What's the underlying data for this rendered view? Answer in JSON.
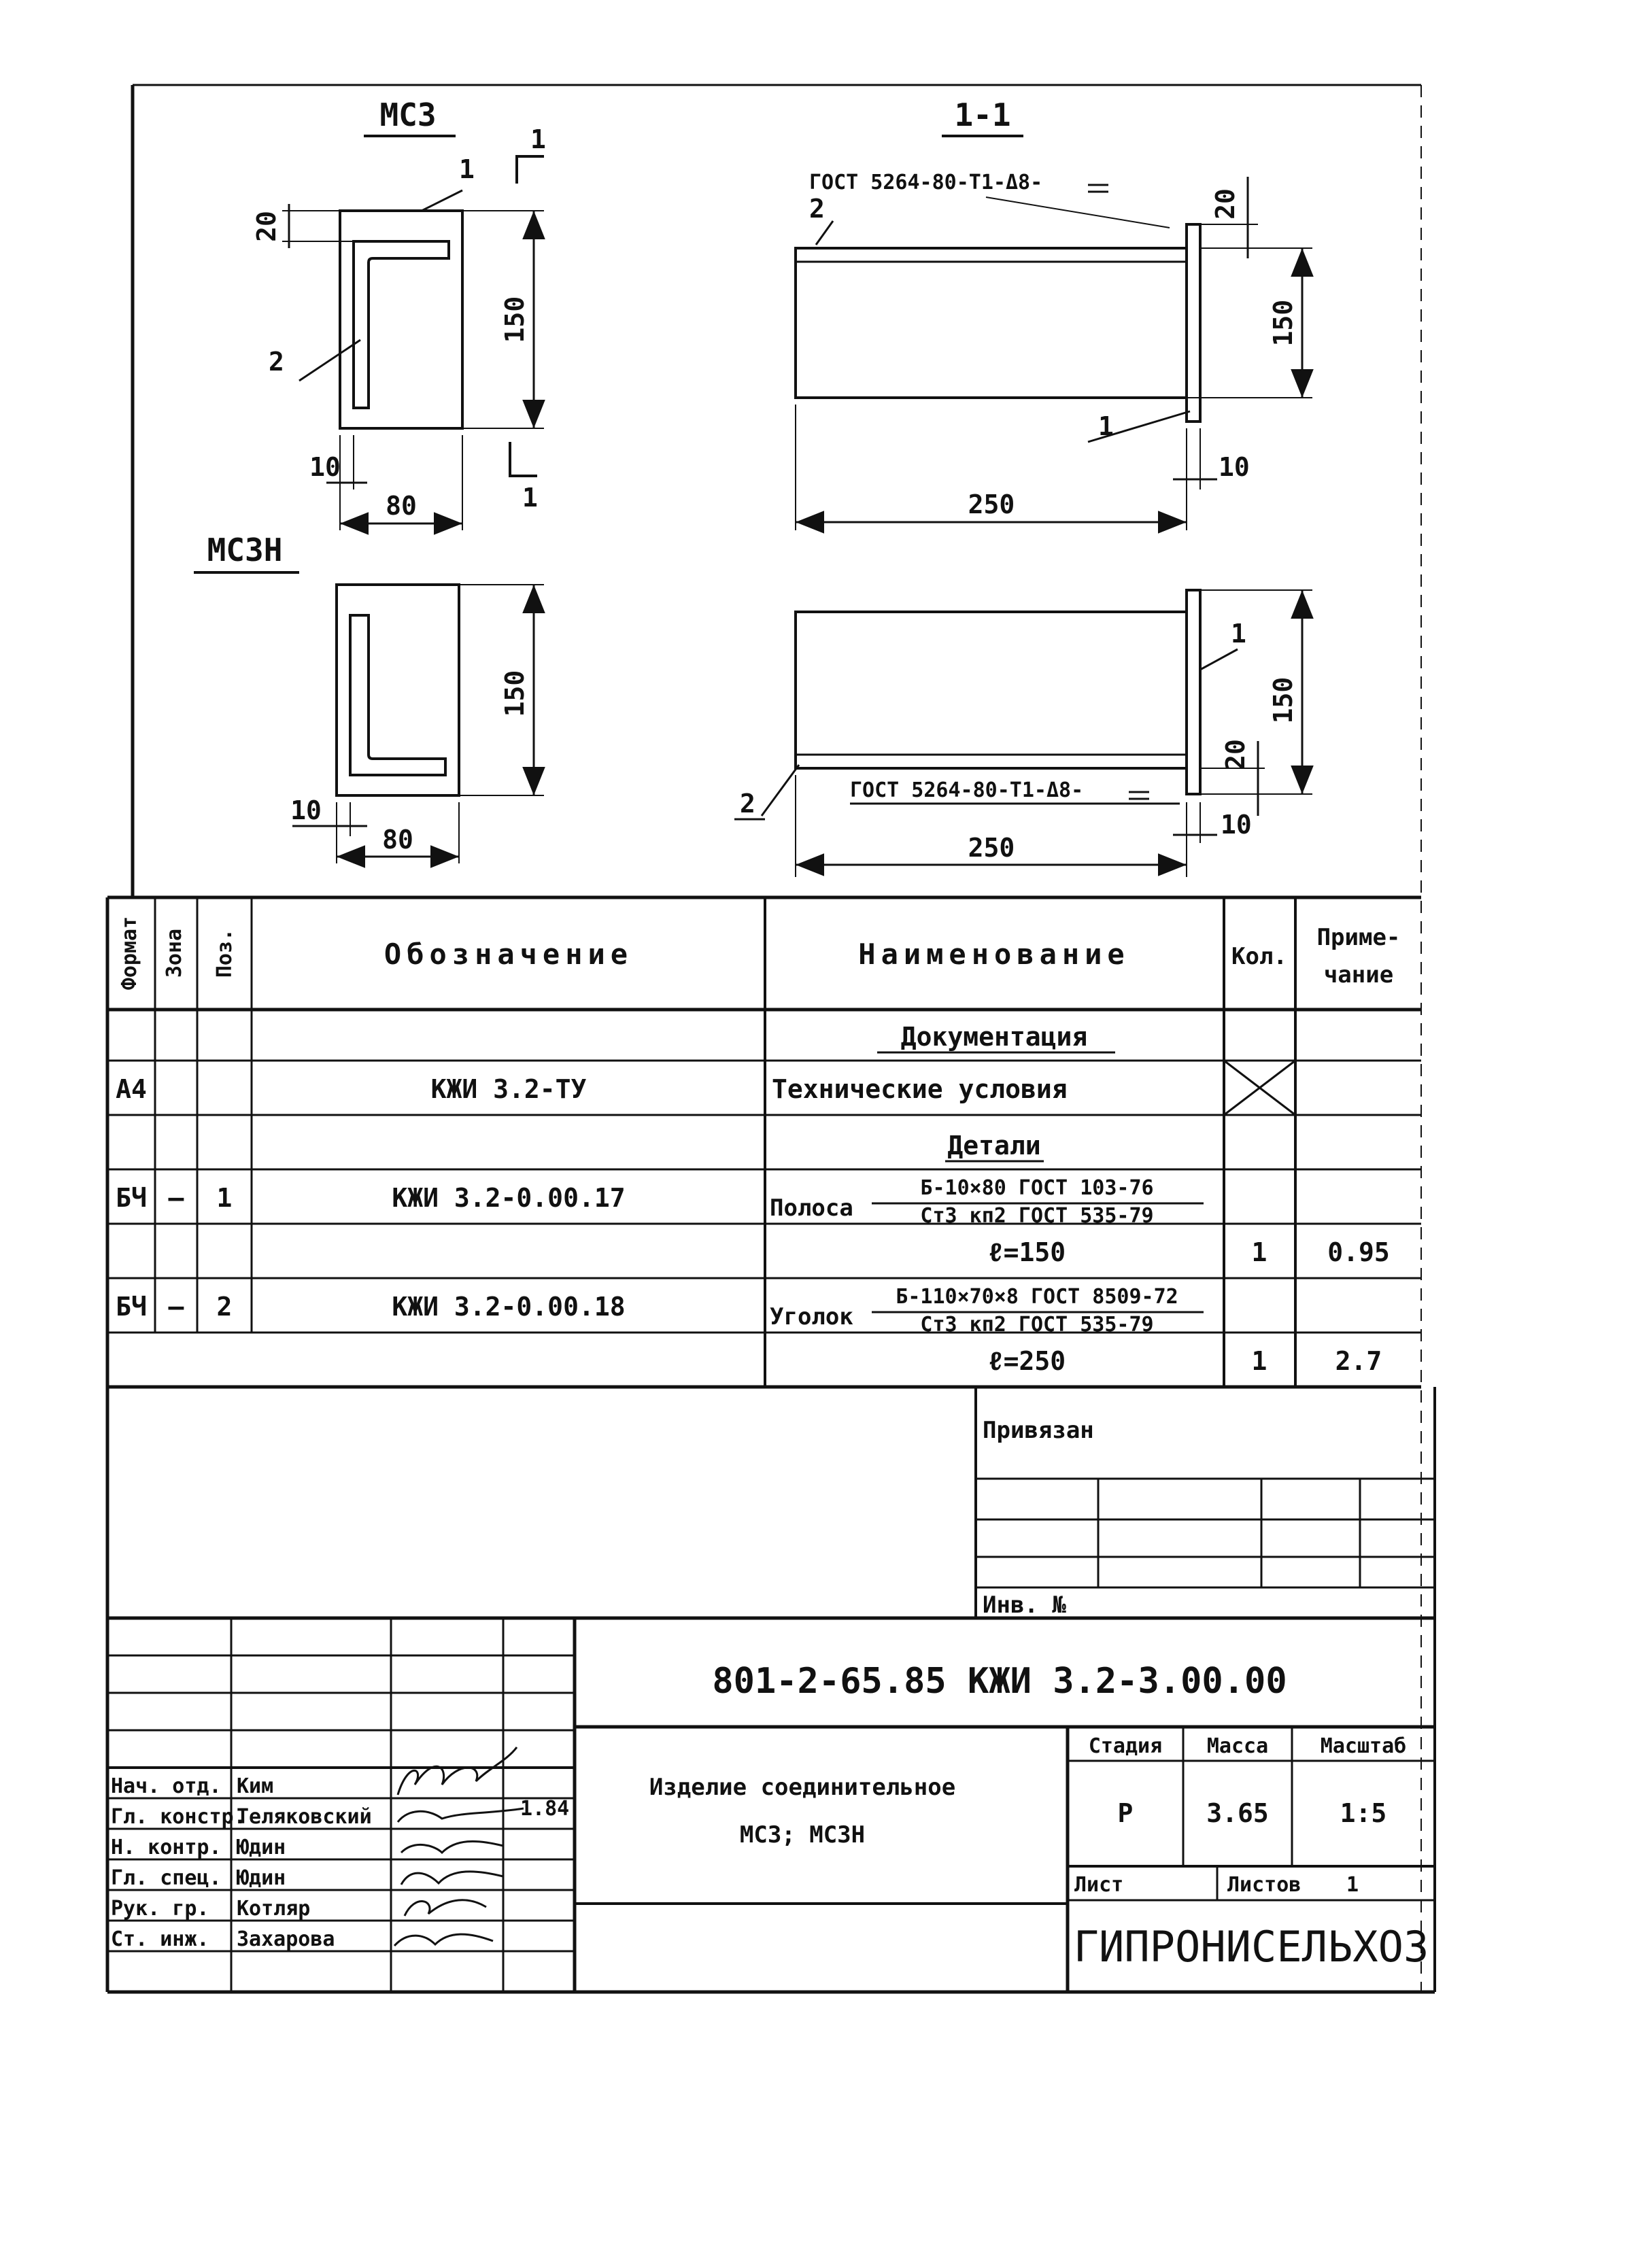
{
  "drawing": {
    "view_mc3": {
      "title": "МС3",
      "pos_1": "1",
      "pos_2": "2",
      "dim_20": "20",
      "dim_150": "150",
      "dim_10": "10",
      "dim_80": "80",
      "section_top": "1",
      "section_bottom": "1"
    },
    "view_mc3n": {
      "title": "МС3Н",
      "dim_150": "150",
      "dim_10": "10",
      "dim_80": "80"
    },
    "section_11": {
      "title": "1-1",
      "weld_note": "ГОСТ 5264-80-Т1-Δ8-",
      "pos_1": "1",
      "pos_2": "2",
      "dim_20": "20",
      "dim_150": "150",
      "dim_10": "10",
      "dim_250": "250"
    },
    "section_lower": {
      "weld_note": "ГОСТ 5264-80-Т1-Δ8-",
      "pos_1": "1",
      "pos_2": "2",
      "dim_20": "20",
      "dim_150": "150",
      "dim_10": "10",
      "dim_250": "250"
    }
  },
  "spec_table": {
    "headers": {
      "format": "Формат",
      "zone": "Зона",
      "pos": "Поз.",
      "designation": "Обозначение",
      "name": "Наименование",
      "qty": "Кол.",
      "note_1": "Приме-",
      "note_2": "чание"
    },
    "section_documentation": "Документация",
    "doc_row": {
      "format": "А4",
      "designation": "КЖИ 3.2-ТУ",
      "name": "Технические условия"
    },
    "section_details": "Детали",
    "row_1": {
      "format": "БЧ",
      "zone": "—",
      "pos": "1",
      "designation": "КЖИ 3.2-0.00.17",
      "name_word": "Полоса",
      "profile_top": "Б-10×80  ГОСТ 103-76",
      "profile_bottom": "Ст3 кп2  ГОСТ 535-79",
      "length": "ℓ=150",
      "qty": "1",
      "note": "0.95"
    },
    "row_2": {
      "format": "БЧ",
      "zone": "—",
      "pos": "2",
      "designation": "КЖИ 3.2-0.00.18",
      "name_word": "Уголок",
      "profile_top": "Б-110×70×8  ГОСТ 8509-72",
      "profile_bottom": "Ст3 кп2  ГОСТ 535-79",
      "length": "ℓ=250",
      "qty": "1",
      "note": "2.7"
    }
  },
  "binding": {
    "label": "Привязан",
    "inv_label": "Инв. №"
  },
  "title_block": {
    "doc_code": "801-2-65.85 КЖИ 3.2-3.00.00",
    "item_name_1": "Изделие соединительное",
    "item_name_2": "МС3; МС3Н",
    "stage_label": "Стадия",
    "mass_label": "Масса",
    "scale_label": "Масштаб",
    "stage": "Р",
    "mass": "3.65",
    "scale": "1:5",
    "sheet_label": "Лист",
    "sheets_label": "Листов",
    "sheets": "1",
    "organization": "ГИПРОНИСЕЛЬХОЗ",
    "date": "1.84",
    "staff": [
      {
        "role": "Нач. отд.",
        "name": "Ким"
      },
      {
        "role": "Гл. констр.",
        "name": "Теляковский"
      },
      {
        "role": "Н. контр.",
        "name": "Юдин"
      },
      {
        "role": "Гл. спец.",
        "name": "Юдин"
      },
      {
        "role": "Рук. гр.",
        "name": "Котляр"
      },
      {
        "role": "Ст. инж.",
        "name": "Захарова"
      }
    ]
  }
}
